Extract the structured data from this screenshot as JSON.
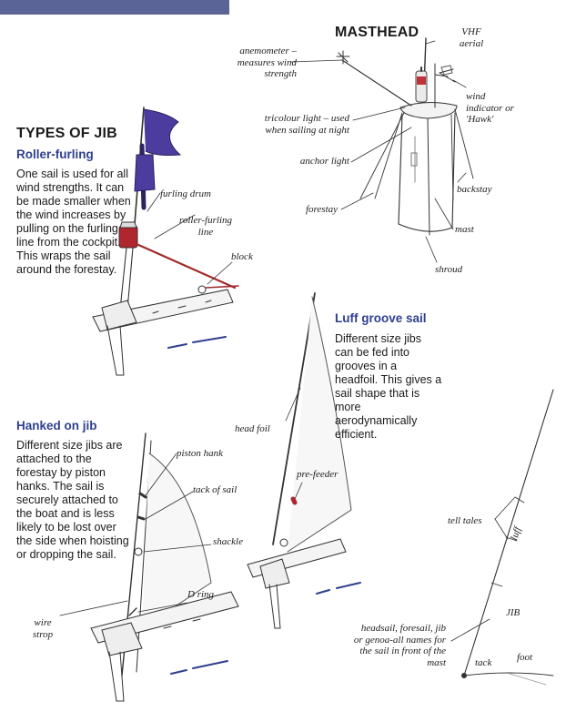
{
  "headings": {
    "masthead": "MASTHEAD",
    "types_of_jib": "TYPES OF JIB",
    "roller_furling": "Roller-furling",
    "hanked_on_jib": "Hanked on jib",
    "luff_groove_sail": "Luff groove sail"
  },
  "paragraphs": {
    "roller_furling": "One sail is used for all wind strengths. It can be made smaller when the wind increases by pulling on the furling line from the cockpit. This wraps the sail around the forestay.",
    "hanked_on_jib": "Different size jibs are attached to the forestay by piston hanks. The sail is securely attached to the boat and is less likely to be lost over the side when hoisting or dropping the sail.",
    "luff_groove_sail": "Different size jibs can be fed into grooves in a headfoil. This gives a sail shape that is more aerodynamically efficient."
  },
  "labels": {
    "vhf_aerial": "VHF aerial",
    "anemometer": "anemometer – measures wind strength",
    "wind_indicator": "wind indicator or 'Hawk'",
    "tricolour_light": "tricolour light – used when sailing at night",
    "anchor_light": "anchor light",
    "backstay": "backstay",
    "forestay": "forestay",
    "mast": "mast",
    "shroud": "shroud",
    "furling_drum": "furling drum",
    "roller_furling_line": "roller-furling line",
    "block": "block",
    "head_foil": "head foil",
    "pre_feeder": "pre-feeder",
    "piston_hank": "piston hank",
    "tack_of_sail": "tack of sail",
    "shackle": "shackle",
    "d_ring": "D ring",
    "wire_strop": "wire strop",
    "tell_tales": "tell tales",
    "luff": "luff",
    "jib": "JIB",
    "headsail_names": "headsail, foresail, jib or genoa-all names for the sail in front of the mast",
    "tack": "tack",
    "foot": "foot"
  },
  "colors": {
    "header_band": "#5b6496",
    "subheading": "#2f3f8f",
    "flag": "#4b3c9e",
    "furling_drum": "#b0262f",
    "furling_line": "#a12a2a"
  }
}
